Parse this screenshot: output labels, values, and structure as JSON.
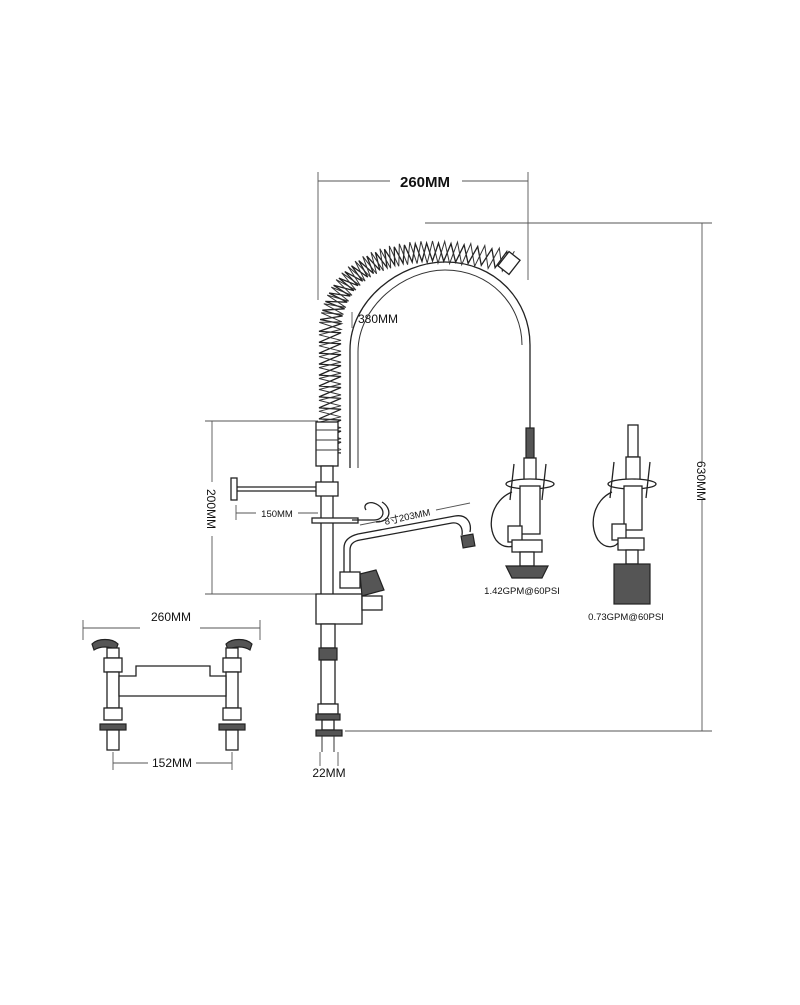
{
  "dimensions": {
    "top_width": "260MM",
    "spring_length": "380MM",
    "total_height": "630MM",
    "riser_height": "200MM",
    "arm_length": "150MM",
    "spout_length": "8寸203MM",
    "base_width": "260MM",
    "base_centers": "152MM",
    "inlet_diameter": "22MM"
  },
  "flow_rates": {
    "valve_high": "1.42GPM@60PSI",
    "valve_low": "0.73GPM@60PSI"
  },
  "colors": {
    "line": "#222222",
    "dimension": "#555555",
    "fill_dark": "#555555"
  }
}
